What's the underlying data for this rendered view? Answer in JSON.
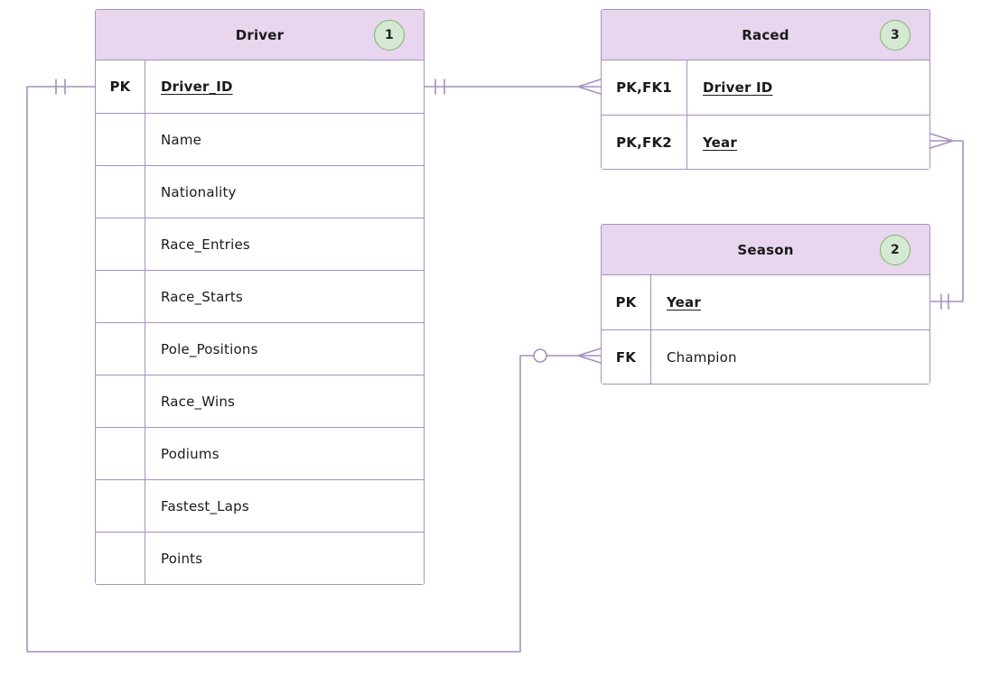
{
  "colors": {
    "entity_border": "#a78fc0",
    "header_fill": "#e7d6ee",
    "row_fill": "#ffffff",
    "badge_fill": "#d5e8d4",
    "badge_border": "#82b366",
    "line": "#a78fc0",
    "text": "#1a1a1a"
  },
  "entities": {
    "driver": {
      "title": "Driver",
      "badge": "1",
      "rows": [
        {
          "key": "PK",
          "attr": "Driver_ID",
          "is_key": true
        },
        {
          "key": "",
          "attr": "Name"
        },
        {
          "key": "",
          "attr": "Nationality"
        },
        {
          "key": "",
          "attr": "Race_Entries"
        },
        {
          "key": "",
          "attr": "Race_Starts"
        },
        {
          "key": "",
          "attr": "Pole_Positions"
        },
        {
          "key": "",
          "attr": "Race_Wins"
        },
        {
          "key": "",
          "attr": "Podiums"
        },
        {
          "key": "",
          "attr": "Fastest_Laps"
        },
        {
          "key": "",
          "attr": "Points"
        }
      ]
    },
    "raced": {
      "title": "Raced",
      "badge": "3",
      "rows": [
        {
          "key": "PK,FK1",
          "attr": "Driver ID",
          "is_key": true
        },
        {
          "key": "PK,FK2",
          "attr": "Year",
          "is_key": true
        }
      ]
    },
    "season": {
      "title": "Season",
      "badge": "2",
      "rows": [
        {
          "key": "PK",
          "attr": "Year",
          "is_key": true
        },
        {
          "key": "FK",
          "attr": "Champion"
        }
      ]
    }
  },
  "relationships": [
    {
      "from": "Driver",
      "to": "Raced",
      "cardinality": "one-to-many"
    },
    {
      "from": "Season",
      "to": "Raced",
      "cardinality": "one-to-many"
    },
    {
      "from": "Driver",
      "to": "Season",
      "via": "Champion",
      "cardinality": "one-to-zero-or-many"
    }
  ]
}
